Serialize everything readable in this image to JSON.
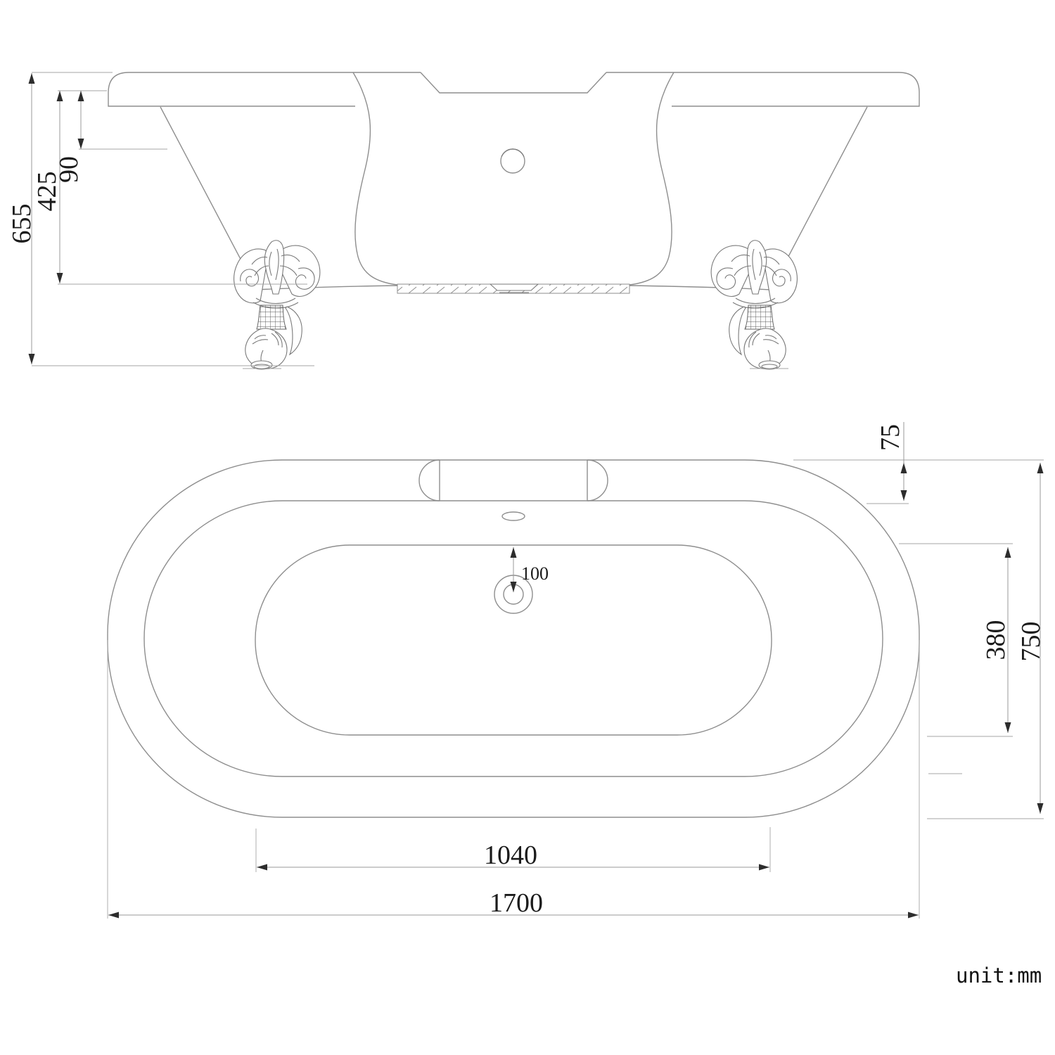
{
  "drawing": {
    "unit_note": "unit:mm",
    "views": {
      "front_elevation": {
        "title": "front-elevation-of-clawfoot-bathtub",
        "dims": {
          "overall_height": "655",
          "base_height": "425",
          "rim_drop": "90"
        }
      },
      "plan": {
        "title": "top-plan-of-clawfoot-bathtub",
        "dims": {
          "rim_width": "75",
          "drain_offset": "100",
          "basin_inner_width": "380",
          "overall_width": "750",
          "basin_inner_length": "1040",
          "overall_length": "1700"
        }
      }
    },
    "line_color": "#8e8e8e",
    "dimension_color": "#9a9a9a",
    "text_color": "#1b1b1b"
  }
}
